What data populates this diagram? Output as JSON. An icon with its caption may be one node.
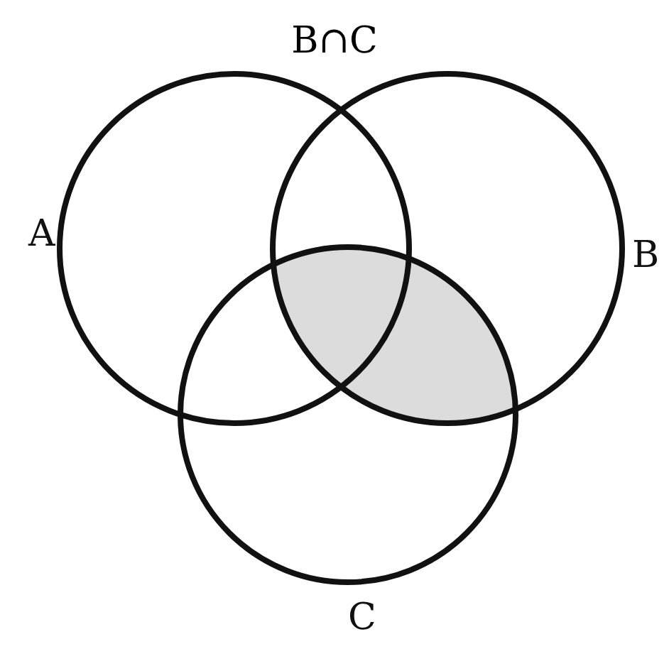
{
  "diagram": {
    "title": "B∩C",
    "nodes": [
      {
        "text": [
          "A"
        ]
      },
      {
        "text": [
          "B"
        ]
      },
      {
        "text": [
          "C"
        ]
      },
      {
        "text": [],
        "shape": "region"
      }
    ]
  }
}
